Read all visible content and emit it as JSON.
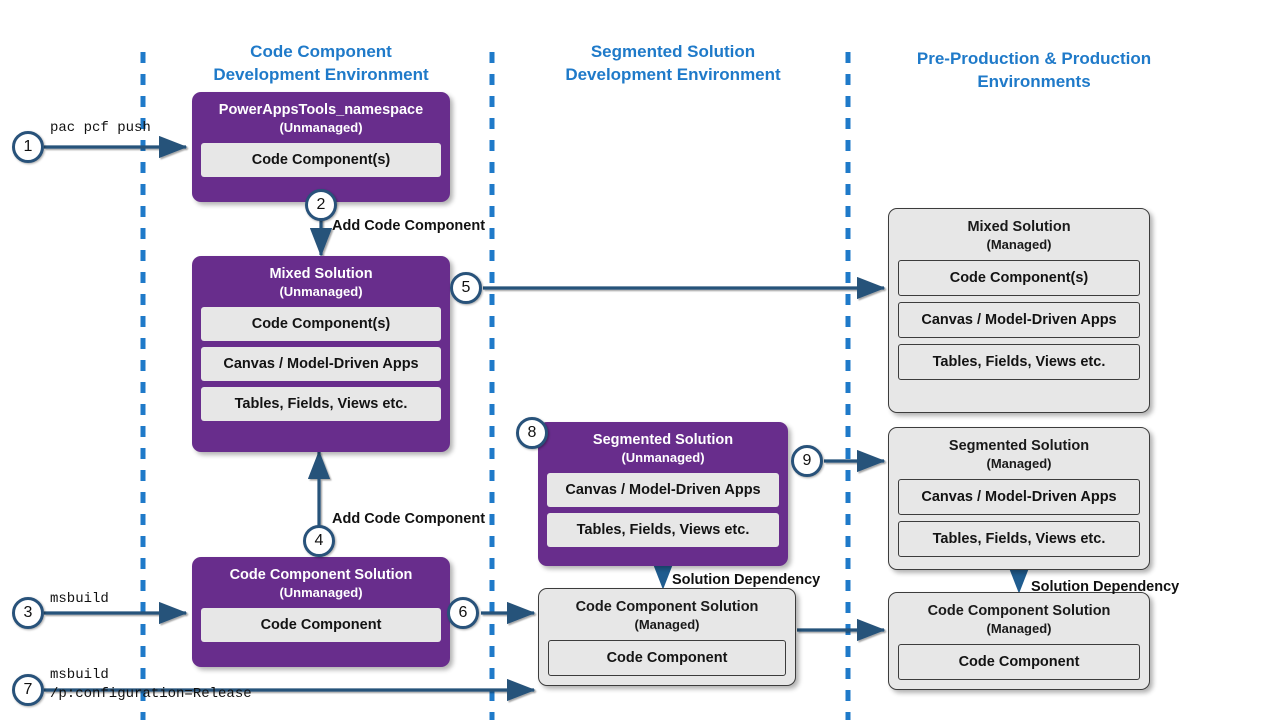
{
  "lanes": [
    {
      "title": "Code Component\nDevelopment Environment"
    },
    {
      "title": "Segmented Solution\nDevelopment Environment"
    },
    {
      "title": "Pre-Production & Production\nEnvironments"
    }
  ],
  "colors": {
    "lane_title": "#1F7AC9",
    "divider": "#1F7AC9",
    "unmanaged_box": "#682D8C",
    "managed_box": "#E7E7E7",
    "connector": "#28527A",
    "step_circle_border": "#28527A"
  },
  "boxes": [
    {
      "id": "powerappstools",
      "title": "PowerAppsTools_namespace",
      "subtitle": "(Unmanaged)",
      "kind": "unmanaged",
      "items": [
        "Code Component(s)"
      ]
    },
    {
      "id": "mixed-unmanaged",
      "title": "Mixed Solution",
      "subtitle": "(Unmanaged)",
      "kind": "unmanaged",
      "items": [
        "Code Component(s)",
        "Canvas / Model-Driven Apps",
        "Tables, Fields, Views etc."
      ]
    },
    {
      "id": "codecomp-solution-unmanaged",
      "title": "Code Component Solution",
      "subtitle": "(Unmanaged)",
      "kind": "unmanaged",
      "items": [
        "Code Component"
      ]
    },
    {
      "id": "segmented-unmanaged",
      "title": "Segmented Solution",
      "subtitle": "(Unmanaged)",
      "kind": "unmanaged",
      "items": [
        "Canvas / Model-Driven Apps",
        "Tables, Fields, Views etc."
      ]
    },
    {
      "id": "codecomp-solution-managed-dev",
      "title": "Code Component Solution",
      "subtitle": "(Managed)",
      "kind": "managed",
      "items": [
        "Code Component"
      ]
    },
    {
      "id": "mixed-managed",
      "title": "Mixed Solution",
      "subtitle": "(Managed)",
      "kind": "managed",
      "items": [
        "Code Component(s)",
        "Canvas / Model-Driven Apps",
        "Tables, Fields, Views etc."
      ]
    },
    {
      "id": "segmented-managed",
      "title": "Segmented Solution",
      "subtitle": "(Managed)",
      "kind": "managed",
      "items": [
        "Canvas / Model-Driven Apps",
        "Tables, Fields, Views etc."
      ]
    },
    {
      "id": "codecomp-solution-managed-prod",
      "title": "Code Component Solution",
      "subtitle": "(Managed)",
      "kind": "managed",
      "items": [
        "Code Component"
      ]
    }
  ],
  "steps": [
    {
      "number": "1"
    },
    {
      "number": "2"
    },
    {
      "number": "3"
    },
    {
      "number": "4"
    },
    {
      "number": "5"
    },
    {
      "number": "6"
    },
    {
      "number": "7"
    },
    {
      "number": "8"
    },
    {
      "number": "9"
    }
  ],
  "commands": [
    {
      "id": "cmd1",
      "text": "pac pcf push"
    },
    {
      "id": "cmd3",
      "text": "msbuild"
    },
    {
      "id": "cmd7",
      "text": "msbuild\n/p:configuration=Release"
    }
  ],
  "edge_labels": [
    {
      "id": "add-code-component-top",
      "text": "Add Code Component"
    },
    {
      "id": "add-code-component-bottom",
      "text": "Add Code Component"
    },
    {
      "id": "solution-dependency-dev",
      "text": "Solution Dependency"
    },
    {
      "id": "solution-dependency-prod",
      "text": "Solution Dependency"
    }
  ]
}
